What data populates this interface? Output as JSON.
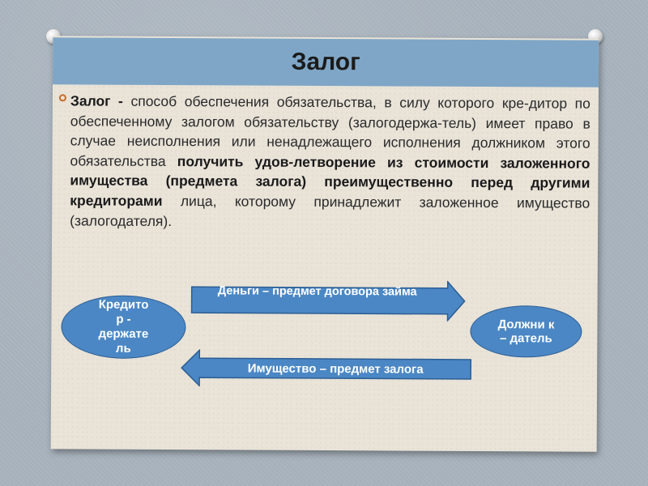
{
  "slide": {
    "title": "Залог",
    "paragraph": {
      "term": "Залог - ",
      "text_plain_1": "способ обеспечения обязательства, в силу которого кре-дитор по обеспеченному залогом обязательству (залогодержа-тель) имеет право в случае неисполнения или ненадлежащего исполнения должником этого обязательства ",
      "text_bold": "получить удов-летворение из стоимости заложенного имущества (предмета залога) преимущественно перед другими кредиторами",
      "text_plain_2": " лица, которому принадлежит заложенное имущество (залогодателя)."
    },
    "diagram": {
      "creditor_label": "Кредито р - держате ль",
      "debtor_label": "Должни к – датель",
      "arrow_right_label": "Деньги – предмет договора займа",
      "arrow_left_label": "Имущество – предмет залога"
    },
    "colors": {
      "title_band": "#7fa6c6",
      "card": "#e9e3d8",
      "ellipse_fill": "#4b87c4",
      "arrow_fill": "#4b87c4",
      "bullet": "#c86b2a"
    },
    "icons": {
      "bullet": "circle-bullet-icon",
      "pins": "pushpin-icon"
    }
  }
}
